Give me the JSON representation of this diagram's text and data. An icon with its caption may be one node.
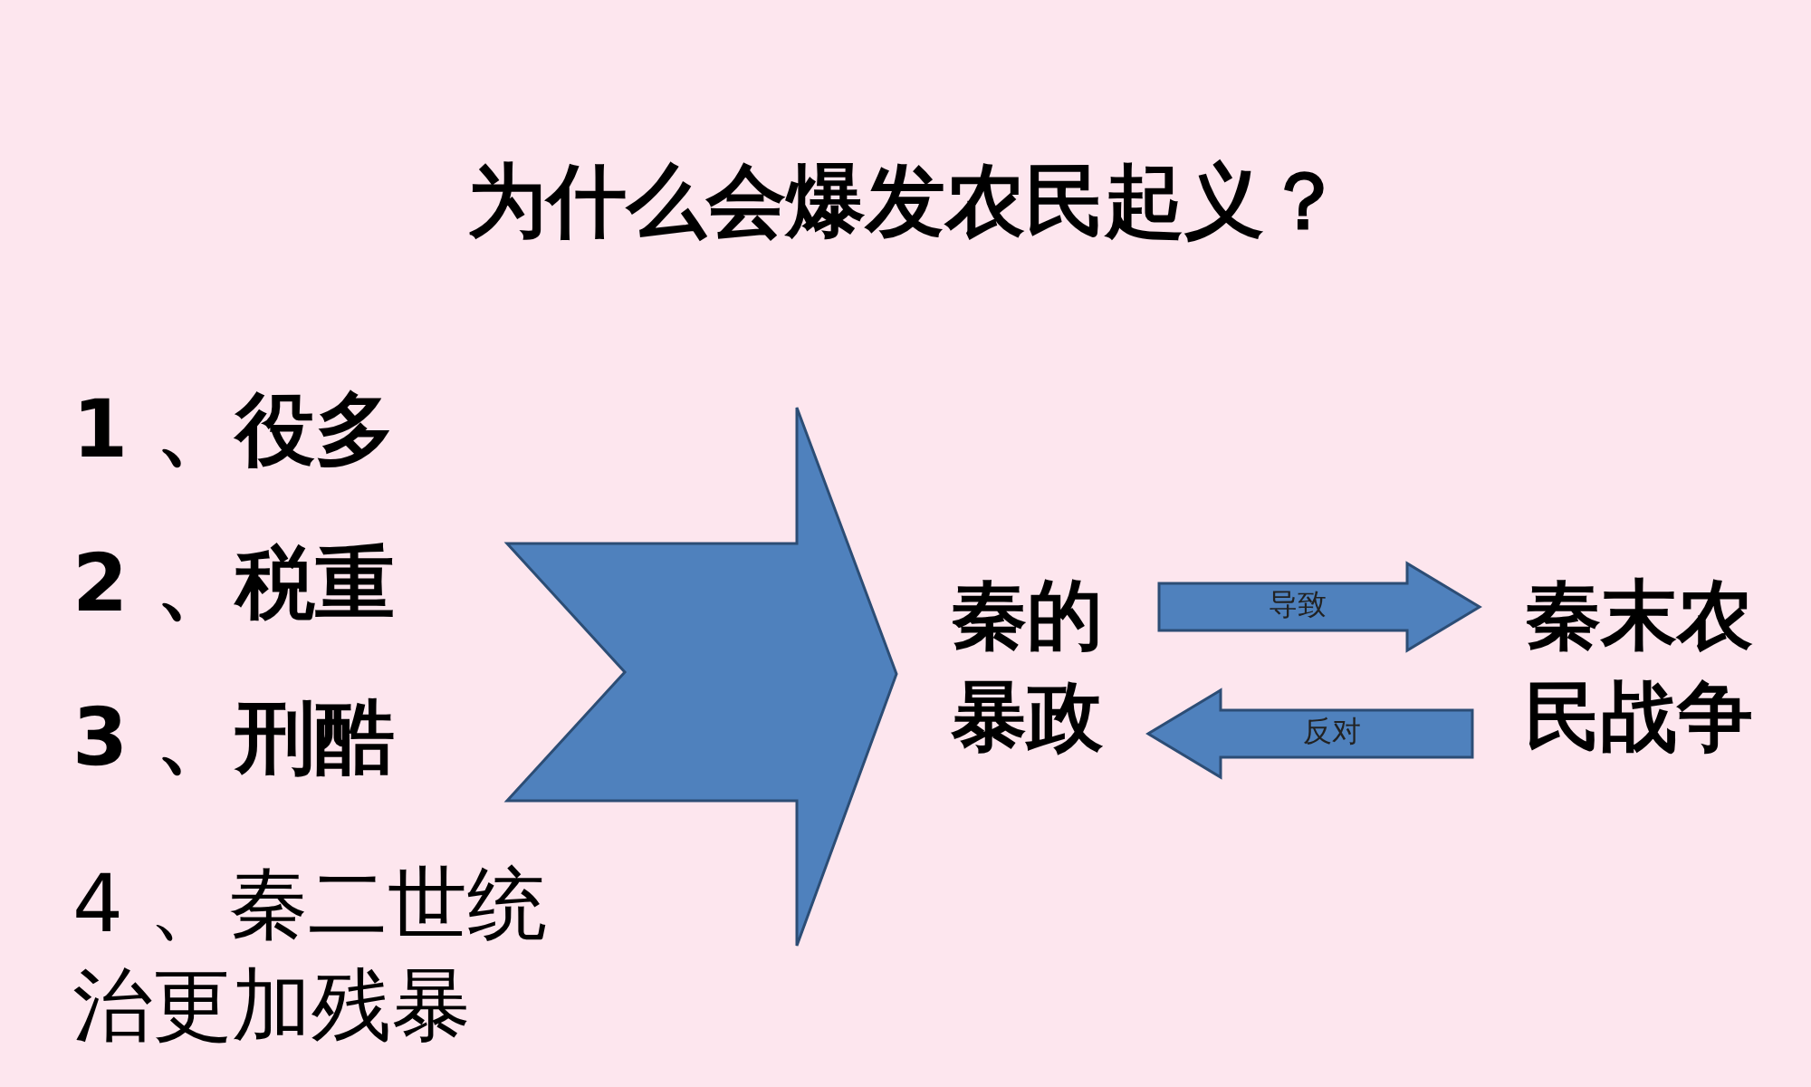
{
  "diagram": {
    "title": "为什么会爆发农民起义？",
    "nodes": [
      {
        "text": [
          "1 、役多",
          "2 、税重",
          "3 、刑酷",
          "4 、秦二世统治更加残暴"
        ]
      },
      {
        "text": [
          "秦的暴政"
        ]
      },
      {
        "text": [
          "秦末农民战争"
        ]
      }
    ],
    "edges": [
      {
        "from": 0,
        "to": 1,
        "arrow": "to"
      },
      {
        "from": 1,
        "to": 2,
        "arrow": "to",
        "label": "导致"
      },
      {
        "from": 2,
        "to": 1,
        "arrow": "to",
        "label": "反对"
      }
    ]
  }
}
